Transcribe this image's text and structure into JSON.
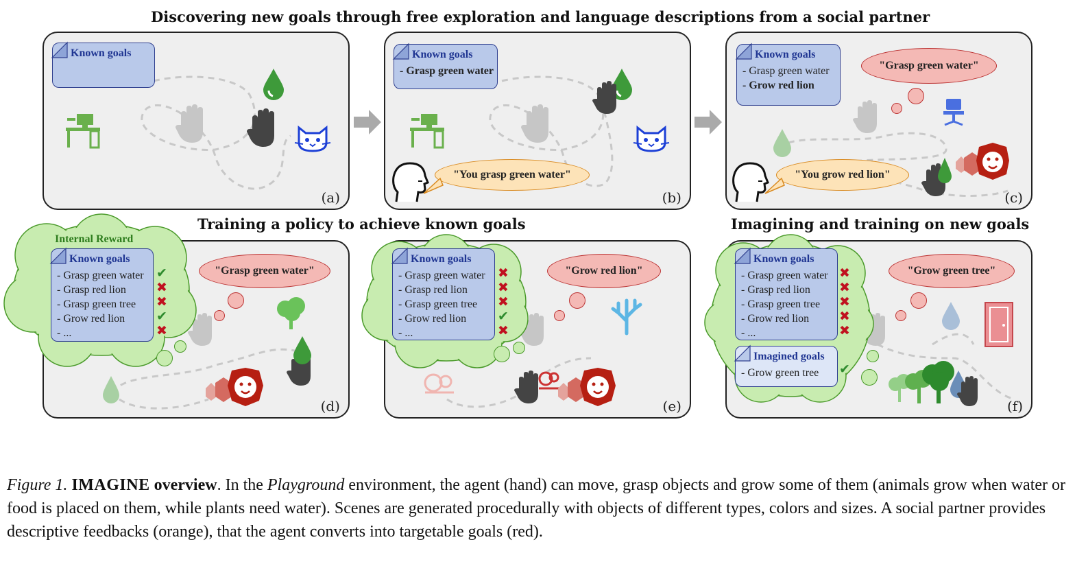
{
  "titles": {
    "top": "Discovering new goals through free exploration and language descriptions from a social partner",
    "bottom_left": "Training a policy to achieve known goals",
    "bottom_right": "Imagining and training on new goals"
  },
  "panels": {
    "a": {
      "label": "(a)",
      "known_goals_title": "Known goals",
      "items": []
    },
    "b": {
      "label": "(b)",
      "known_goals_title": "Known goals",
      "items": [
        "- Grasp green water"
      ],
      "speech": "\"You grasp green water\""
    },
    "c": {
      "label": "(c)",
      "known_goals_title": "Known goals",
      "items": [
        "- Grasp green water",
        "- Grow red lion"
      ],
      "thought": "\"Grasp green water\"",
      "speech": "\"You grow red lion\""
    },
    "d": {
      "label": "(d)",
      "cloud_label": "Internal Reward",
      "known_goals_title": "Known goals",
      "items": [
        "- Grasp green water",
        "- Grasp red lion",
        "- Grasp green tree",
        "- Grow red lion",
        "- ..."
      ],
      "marks": [
        "ok",
        "no",
        "no",
        "ok",
        "no"
      ],
      "thought": "\"Grasp green water\""
    },
    "e": {
      "label": "(e)",
      "known_goals_title": "Known goals",
      "items": [
        "- Grasp green water",
        "- Grasp red lion",
        "- Grasp green tree",
        "- Grow red lion",
        "- ..."
      ],
      "marks": [
        "no",
        "no",
        "no",
        "ok",
        "no"
      ],
      "thought": "\"Grow red lion\""
    },
    "f": {
      "label": "(f)",
      "known_goals_title": "Known goals",
      "items": [
        "- Grasp green water",
        "- Grasp red lion",
        "- Grasp green tree",
        "- Grow red lion",
        "- ..."
      ],
      "marks": [
        "no",
        "no",
        "no",
        "no",
        "no"
      ],
      "imagined_title": "Imagined goals",
      "imagined_items": [
        "- Grow green tree"
      ],
      "imagined_marks": [
        "ok"
      ],
      "thought": "\"Grow green tree\""
    }
  },
  "caption": {
    "fig": "Figure 1.",
    "name": "IMAGINE",
    "overview": "overview",
    "pre": ". In the ",
    "env": "Playground",
    "text": " environment, the agent (hand) can move, grasp objects and grow some of them (animals grow when water or food is placed on them, while plants need water). Scenes are generated procedurally with objects of different types, colors and sizes. A social partner provides descriptive feedbacks (orange), that the agent converts into targetable goals (red)."
  },
  "colors": {
    "goal_box": "#b9c9ea",
    "thought": "#f4b9b5",
    "speech": "#fde3b8",
    "cloud": "#c8ecb0",
    "check": "#2e8b2e",
    "cross": "#c0111f"
  }
}
